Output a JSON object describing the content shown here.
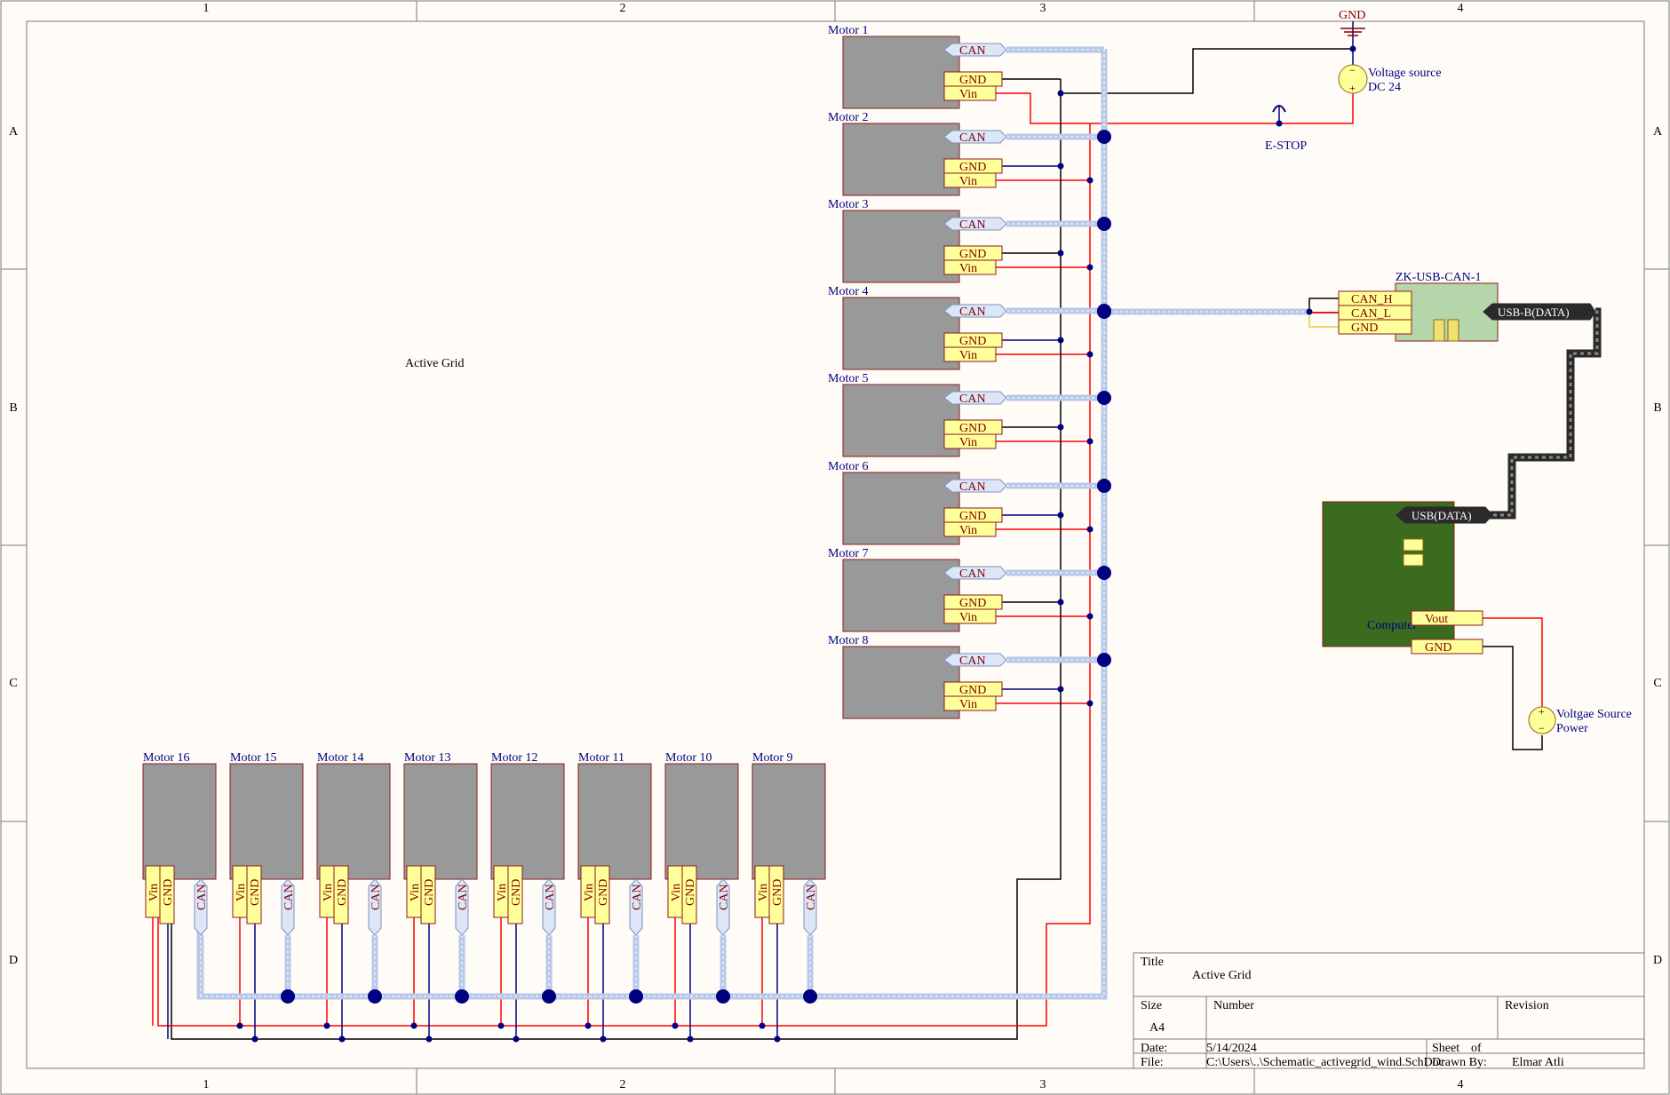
{
  "zones": {
    "cols": [
      "1",
      "2",
      "3",
      "4"
    ],
    "rows": [
      "A",
      "B",
      "C",
      "D"
    ]
  },
  "sheet_title": "Active Grid",
  "motors_right": [
    {
      "label": "Motor 1",
      "pins": [
        "CAN",
        "GND",
        "Vin"
      ]
    },
    {
      "label": "Motor 2",
      "pins": [
        "CAN",
        "GND",
        "Vin"
      ]
    },
    {
      "label": "Motor 3",
      "pins": [
        "CAN",
        "GND",
        "Vin"
      ]
    },
    {
      "label": "Motor 4",
      "pins": [
        "CAN",
        "GND",
        "Vin"
      ]
    },
    {
      "label": "Motor 5",
      "pins": [
        "CAN",
        "GND",
        "Vin"
      ]
    },
    {
      "label": "Motor 6",
      "pins": [
        "CAN",
        "GND",
        "Vin"
      ]
    },
    {
      "label": "Motor 7",
      "pins": [
        "CAN",
        "GND",
        "Vin"
      ]
    },
    {
      "label": "Motor 8",
      "pins": [
        "CAN",
        "GND",
        "Vin"
      ]
    }
  ],
  "motors_bottom": [
    {
      "label": "Motor 16",
      "pins": [
        "Vin",
        "GND",
        "CAN"
      ]
    },
    {
      "label": "Motor 15",
      "pins": [
        "Vin",
        "GND",
        "CAN"
      ]
    },
    {
      "label": "Motor 14",
      "pins": [
        "Vin",
        "GND",
        "CAN"
      ]
    },
    {
      "label": "Motor 13",
      "pins": [
        "Vin",
        "GND",
        "CAN"
      ]
    },
    {
      "label": "Motor 12",
      "pins": [
        "Vin",
        "GND",
        "CAN"
      ]
    },
    {
      "label": "Motor 11",
      "pins": [
        "Vin",
        "GND",
        "CAN"
      ]
    },
    {
      "label": "Motor 10",
      "pins": [
        "Vin",
        "GND",
        "CAN"
      ]
    },
    {
      "label": "Motor 9",
      "pins": [
        "Vin",
        "GND",
        "CAN"
      ]
    }
  ],
  "gnd_symbol": "GND",
  "voltage_source": {
    "line1": "Voltage source",
    "line2": "DC 24"
  },
  "estop": "E-STOP",
  "usb_can": {
    "title": "ZK-USB-CAN-1",
    "pins": [
      "CAN_H",
      "CAN_L",
      "GND"
    ],
    "port": "USB-B(DATA)"
  },
  "computer": {
    "label": "Computer",
    "port": "USB(DATA)",
    "pins": [
      "Vout",
      "GND"
    ]
  },
  "power_source": {
    "line1": "Voltgae Source",
    "line2": "Power"
  },
  "title_block": {
    "title_label": "Title",
    "title_value": "Active Grid",
    "size_label": "Size",
    "size_value": "A4",
    "number_label": "Number",
    "revision_label": "Revision",
    "date_label": "Date:",
    "date_value": "5/14/2024",
    "sheet_label": "Sheet",
    "of_label": "of",
    "file_label": "File:",
    "file_value": "C:\\Users\\..\\Schematic_activegrid_wind.SchDoc",
    "drawn_label": "Drawn By:",
    "drawn_value": "Elmar Atli"
  },
  "colors": {
    "border": "#7a7a7a",
    "motor_body": "#999999",
    "motor_edge": "#8b1a1a",
    "pin_fill": "#ffff99",
    "pin_edge": "#8b1a1a",
    "label_navy": "#000080",
    "power_red": "#ff0000",
    "gnd_blue": "#000080",
    "can_bus": "#b8c8e8",
    "usb_board": "#b5d6ab",
    "computer_board": "#3b6b1e"
  }
}
